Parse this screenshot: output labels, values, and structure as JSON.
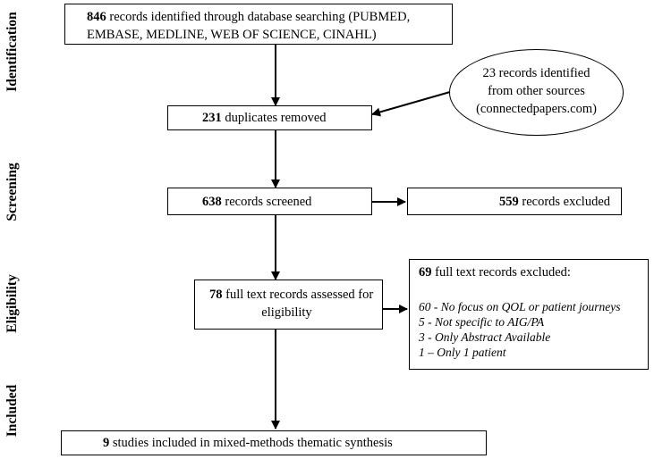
{
  "stages": {
    "identification": "Identification",
    "screening": "Screening",
    "eligibility": "Eligibility",
    "included": "Included"
  },
  "identified": {
    "count": "846",
    "text_line1": "records identified through database searching (PUBMED,",
    "text_line2": "EMBASE, MEDLINE, WEB OF SCIENCE, CINAHL)"
  },
  "other_sources": {
    "line1": "23 records identified",
    "line2": "from other sources",
    "line3": "(connectedpapers.com)"
  },
  "duplicates": {
    "count": "231",
    "text": "duplicates removed"
  },
  "screened": {
    "count": "638",
    "text": "records screened"
  },
  "excluded": {
    "count": "559",
    "text": "records excluded"
  },
  "assessed": {
    "count": "78",
    "text_line1": "full text records assessed for",
    "text_line2": "eligibility"
  },
  "fulltext_excluded": {
    "count": "69",
    "text": "full text records excluded:",
    "reasons": [
      "60 - No focus on QOL or patient journeys",
      "5 - Not specific to AIG/PA",
      "3 - Only Abstract Available",
      "1 – Only 1 patient"
    ]
  },
  "included": {
    "count": "9",
    "text": "studies included in mixed-methods thematic synthesis"
  }
}
